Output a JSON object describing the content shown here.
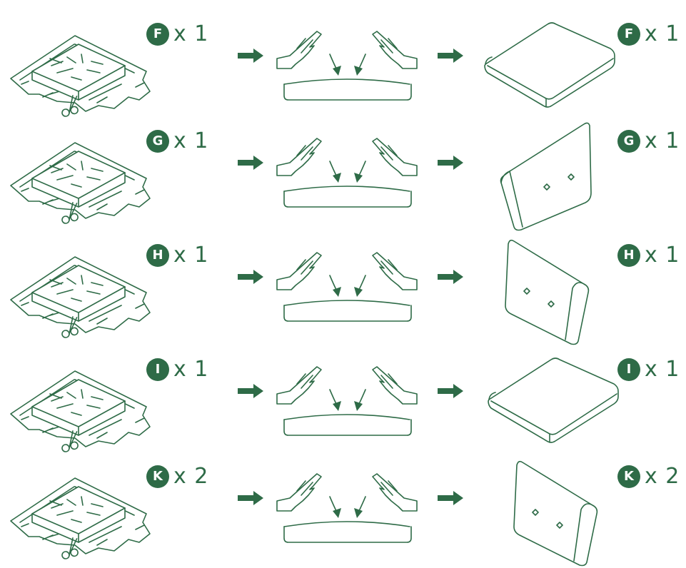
{
  "accent_color": "#2e6b47",
  "rows": [
    {
      "letter": "F",
      "qty": "x 1",
      "result_shape": "seat-cushion"
    },
    {
      "letter": "G",
      "qty": "x 1",
      "result_shape": "back-cushion-left"
    },
    {
      "letter": "H",
      "qty": "x 1",
      "result_shape": "back-cushion-right"
    },
    {
      "letter": "I",
      "qty": "x 1",
      "result_shape": "seat-cushion"
    },
    {
      "letter": "K",
      "qty": "x 2",
      "result_shape": "back-cushion-right"
    }
  ],
  "icons": {
    "step1": "wrapped-cushion-with-scissors-icon",
    "arrow": "arrow-right-icon",
    "step2": "hands-pressing-cushion-icon"
  }
}
